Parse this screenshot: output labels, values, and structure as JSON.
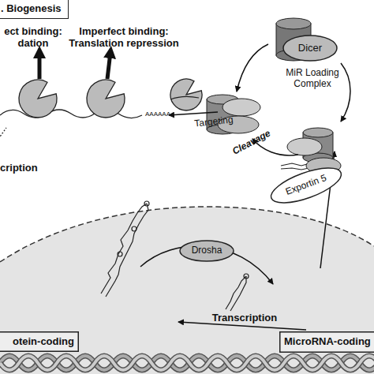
{
  "diagram": {
    "title": ". Biogenesis",
    "nodes": [
      {
        "text": [
          "Dicer"
        ]
      },
      {
        "text": [
          "Exportin 5"
        ]
      },
      {
        "text": [
          "Drosha"
        ]
      },
      {
        "text": [
          "otein-coding"
        ]
      },
      {
        "text": [
          "MicroRNA-coding"
        ]
      }
    ],
    "labels": [
      "ect binding: dation",
      "Imperfect binding: Translation repression",
      "Targeting",
      "MiR Loading Complex",
      "Cleavage",
      "Transcription",
      "cription",
      "AAAAAA"
    ]
  }
}
